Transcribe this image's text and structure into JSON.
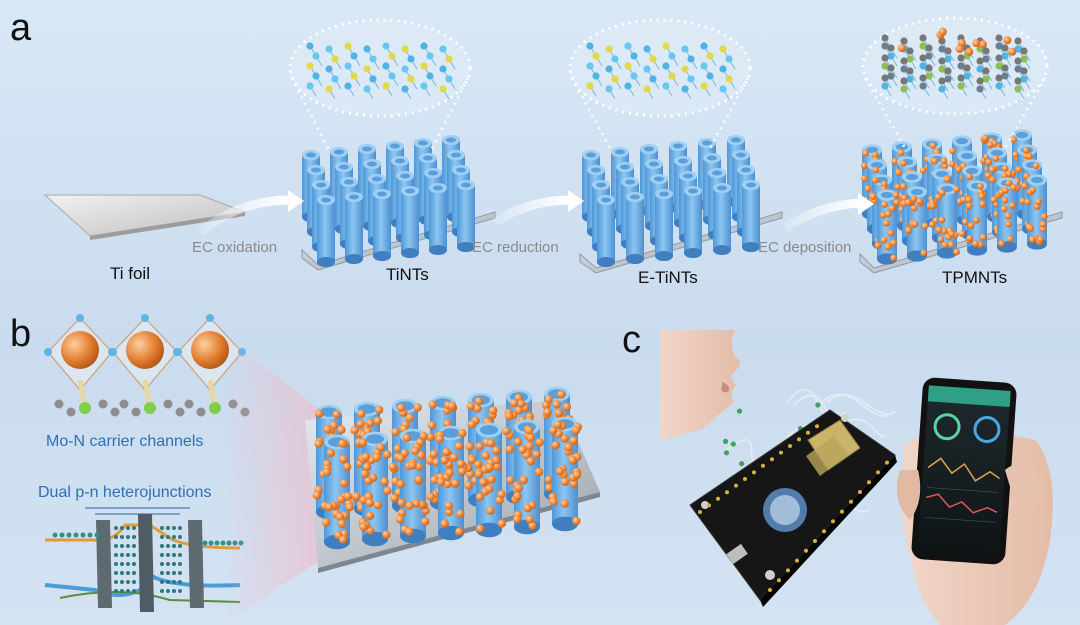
{
  "panels": {
    "a": {
      "letter": "a",
      "stages": [
        "Ti foil",
        "TiNTs",
        "E-TiNTs",
        "TPMNTs"
      ],
      "steps": [
        "EC oxidation",
        "EC reduction",
        "EC deposition"
      ]
    },
    "b": {
      "letter": "b",
      "captions": [
        "Mo-N carrier channels",
        "Dual p-n heterojunctions"
      ]
    },
    "c": {
      "letter": "c"
    }
  },
  "colors": {
    "background": "#cfe0f1",
    "tube": "#6fb3ea",
    "particle": "#f29a50",
    "caption_blue": "#2f6fb5",
    "arrow": "#ffffff",
    "label_gray": "#8a8a8a",
    "board": "#1b1b1b"
  }
}
